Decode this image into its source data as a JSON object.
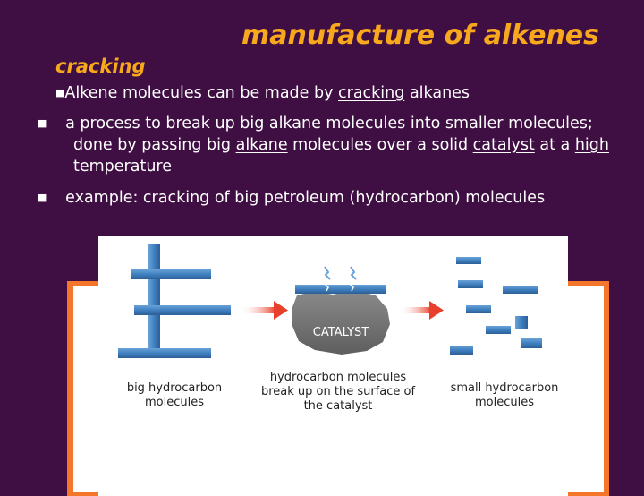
{
  "slide": {
    "title": "manufacture of alkenes",
    "subtitle": "cracking",
    "bullet1": {
      "text": "Alkene molecules can be made by ",
      "link": "cracking",
      "end": " alkanes"
    },
    "bullet2": {
      "t1": "a process to break up big alkane molecules into smaller molecules; done by passing big ",
      "u1": "alkane",
      "t2": " molecules over a solid ",
      "u2": "catalyst",
      "t3": " at a ",
      "u3": "high",
      "t4": " temperature"
    },
    "bullet3": "example: cracking of big petroleum (hydrocarbon) molecules"
  },
  "figure": {
    "catalyst_label": "CATALYST",
    "captions": {
      "left": "big hydrocarbon molecules",
      "middle": "hydrocarbon molecules break up on the surface of the catalyst",
      "right": "small hydrocarbon molecules"
    }
  },
  "colors": {
    "background": "#3f0f43",
    "title": "#f8a81c",
    "frame": "#f3762a",
    "molecule": "#3f7fbf",
    "arrow": "#e8402a",
    "catalyst": "#7a7a7a"
  }
}
